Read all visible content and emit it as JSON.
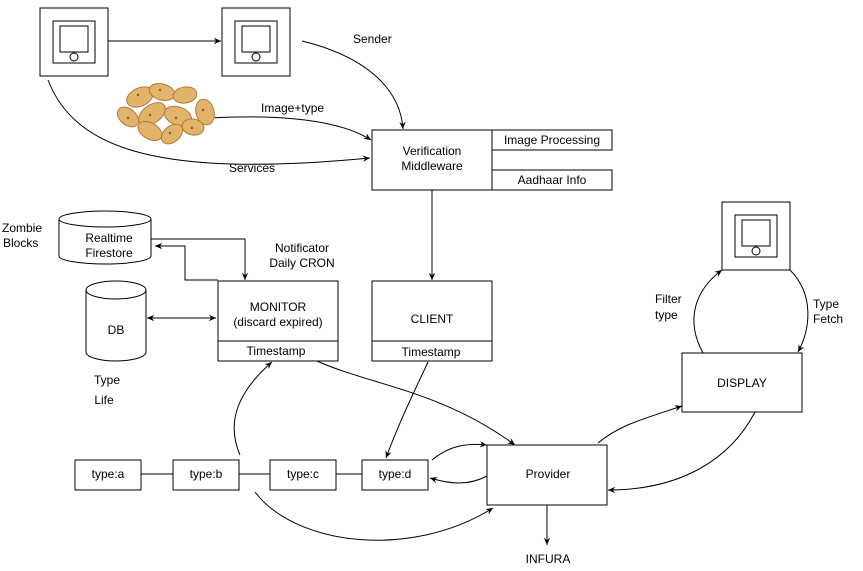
{
  "labels": {
    "sender": "Sender",
    "image_type": "Image+type",
    "services": "Services",
    "verification_line1": "Verification",
    "verification_line2": "Middleware",
    "image_processing": "Image Processing",
    "aadhaar_info": "Aadhaar Info",
    "zombie_line1": "Zombie",
    "zombie_line2": "Blocks",
    "realtime_line1": "Realtime",
    "realtime_line2": "Firestore",
    "notificator_line1": "Notificator",
    "notificator_line2": "Daily CRON",
    "db": "DB",
    "type_life_line1": "Type",
    "type_life_line2": "Life",
    "monitor_line1": "MONITOR",
    "monitor_line2": "(discard expired)",
    "monitor_timestamp": "Timestamp",
    "client": "CLIENT",
    "client_timestamp": "Timestamp",
    "filter_line1": "Filter",
    "filter_line2": "type",
    "type_fetch_line1": "Type",
    "type_fetch_line2": "Fetch",
    "display": "DISPLAY",
    "type_a": "type:a",
    "type_b": "type:b",
    "type_c": "type:c",
    "type_d": "type:d",
    "provider": "Provider",
    "infura": "INFURA"
  },
  "icons": {
    "device": "tablet-device-icon",
    "food": "food-image"
  },
  "colors": {
    "stroke": "#000000",
    "fill": "#ffffff",
    "potato_light": "#e2b36a",
    "potato_dark": "#c08840"
  }
}
